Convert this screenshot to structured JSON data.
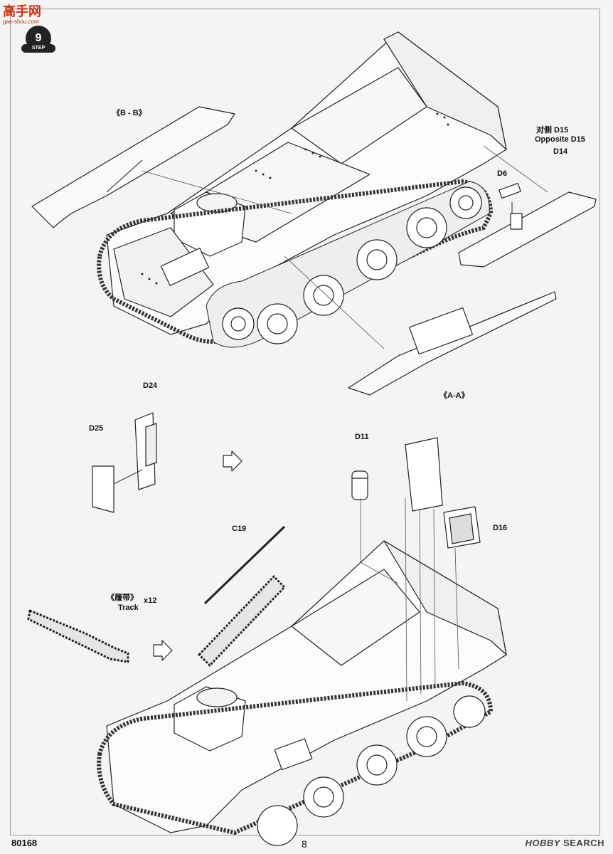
{
  "watermark": {
    "text": "高手网",
    "url": "gao-shou.com"
  },
  "step": {
    "number": "9",
    "label": "STEP"
  },
  "labels": {
    "bb": "《B - B》",
    "aa": "《A-A》",
    "opposite_cn": "对侧 D15",
    "opposite_en": "Opposite D15",
    "d14": "D14",
    "d6": "D6",
    "d24": "D24",
    "d25": "D25",
    "d11": "D11",
    "d16": "D16",
    "c19": "C19",
    "track_cn": "《履带》",
    "track_en": "Track",
    "track_qty": "x12"
  },
  "footer": {
    "code": "80168",
    "page": "8",
    "brand_hobby": "HOBBY",
    "brand_search": "SEARCH"
  }
}
